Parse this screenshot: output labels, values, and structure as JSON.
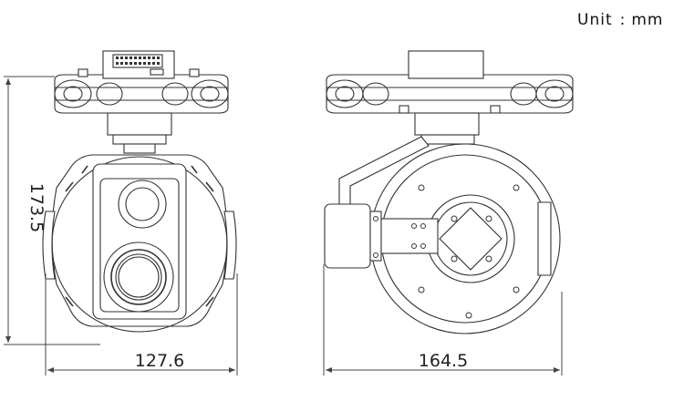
{
  "unit": {
    "label": "Unit",
    "value": "mm"
  },
  "dimensions": {
    "front_height": "173.5",
    "front_width": "127.6",
    "side_width": "164.5"
  }
}
